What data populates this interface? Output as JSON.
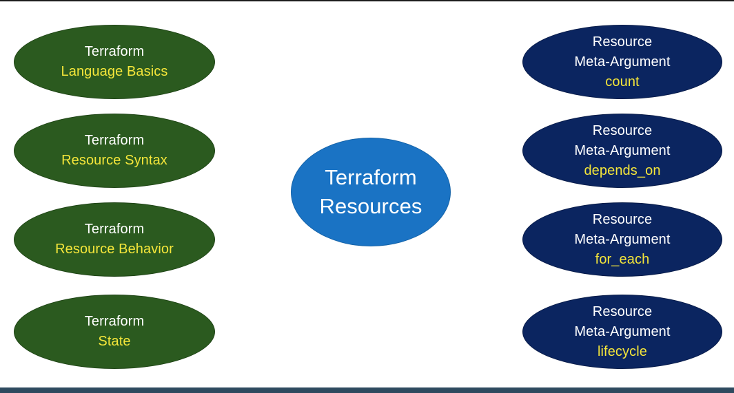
{
  "diagram": {
    "center": {
      "line1": "Terraform",
      "line2": "Resources"
    },
    "left_nodes": [
      {
        "line1": "Terraform",
        "line2": "Language Basics"
      },
      {
        "line1": "Terraform",
        "line2": "Resource Syntax"
      },
      {
        "line1": "Terraform",
        "line2": "Resource Behavior"
      },
      {
        "line1": "Terraform",
        "line2": "State"
      }
    ],
    "right_nodes": [
      {
        "line1": "Resource",
        "line2": "Meta-Argument",
        "line3": "count"
      },
      {
        "line1": "Resource",
        "line2": "Meta-Argument",
        "line3": "depends_on"
      },
      {
        "line1": "Resource",
        "line2": "Meta-Argument",
        "line3": "for_each"
      },
      {
        "line1": "Resource",
        "line2": "Meta-Argument",
        "line3": "lifecycle"
      }
    ]
  },
  "colors": {
    "left_fill": "#2b5a1f",
    "right_fill": "#0b2560",
    "center_fill": "#1a73c4",
    "highlight_text": "#f5e63a",
    "primary_text": "#ffffff"
  }
}
